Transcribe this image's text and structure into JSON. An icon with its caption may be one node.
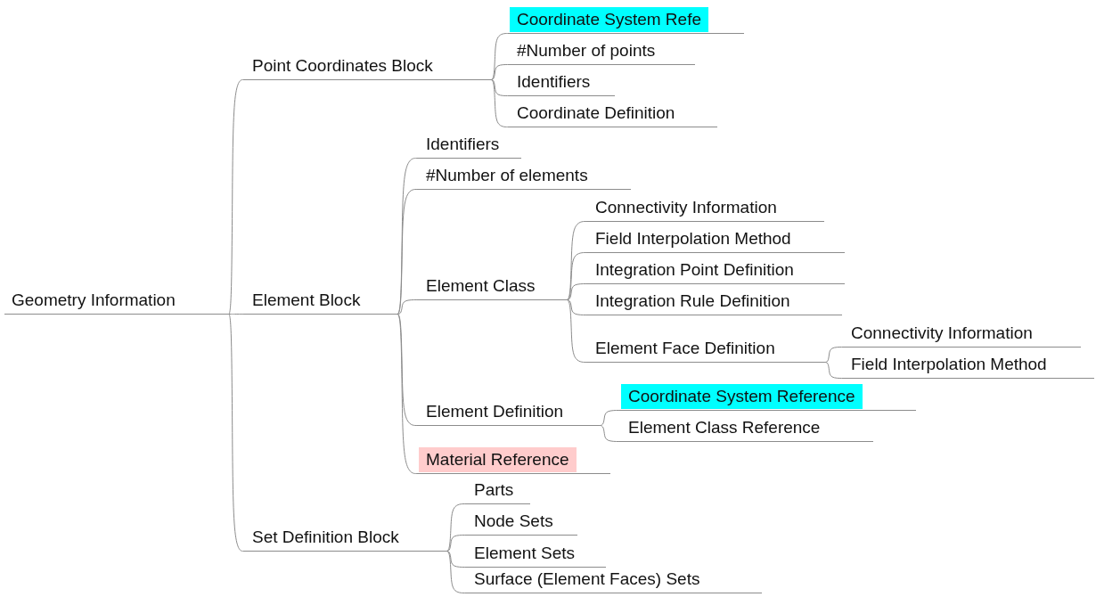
{
  "diagram": {
    "nodes": [
      {
        "text": [
          "Geometry Information"
        ]
      },
      {
        "text": [
          "Point Coordinates Block"
        ]
      },
      {
        "text": [
          "Coordinate System Refe"
        ]
      },
      {
        "text": [
          "#Number of points"
        ]
      },
      {
        "text": [
          "Identifiers"
        ]
      },
      {
        "text": [
          "Coordinate Definition"
        ]
      },
      {
        "text": [
          "Element Block"
        ]
      },
      {
        "text": [
          "Identifiers"
        ]
      },
      {
        "text": [
          "#Number of elements"
        ]
      },
      {
        "text": [
          "Element Class"
        ]
      },
      {
        "text": [
          "Connectivity Information"
        ]
      },
      {
        "text": [
          "Field Interpolation Method"
        ]
      },
      {
        "text": [
          "Integration Point Definition"
        ]
      },
      {
        "text": [
          "Integration Rule Definition"
        ]
      },
      {
        "text": [
          "Element Face Definition"
        ]
      },
      {
        "text": [
          "Connectivity Information"
        ]
      },
      {
        "text": [
          "Field Interpolation Method"
        ]
      },
      {
        "text": [
          "Element Definition"
        ]
      },
      {
        "text": [
          "Coordinate System Reference"
        ]
      },
      {
        "text": [
          "Element Class Reference"
        ]
      },
      {
        "text": [
          "Material Reference"
        ]
      },
      {
        "text": [
          "Set Definition Block"
        ]
      },
      {
        "text": [
          "Parts"
        ]
      },
      {
        "text": [
          "Node Sets"
        ]
      },
      {
        "text": [
          "Element Sets"
        ]
      },
      {
        "text": [
          "Surface (Element Faces) Sets"
        ]
      }
    ],
    "edges": [
      {
        "from": 0,
        "to": 1,
        "arrow": "none"
      },
      {
        "from": 0,
        "to": 6,
        "arrow": "none"
      },
      {
        "from": 0,
        "to": 21,
        "arrow": "none"
      },
      {
        "from": 1,
        "to": 2,
        "arrow": "none"
      },
      {
        "from": 1,
        "to": 3,
        "arrow": "none"
      },
      {
        "from": 1,
        "to": 4,
        "arrow": "none"
      },
      {
        "from": 1,
        "to": 5,
        "arrow": "none"
      },
      {
        "from": 6,
        "to": 7,
        "arrow": "none"
      },
      {
        "from": 6,
        "to": 8,
        "arrow": "none"
      },
      {
        "from": 6,
        "to": 9,
        "arrow": "none"
      },
      {
        "from": 6,
        "to": 17,
        "arrow": "none"
      },
      {
        "from": 6,
        "to": 20,
        "arrow": "none"
      },
      {
        "from": 9,
        "to": 10,
        "arrow": "none"
      },
      {
        "from": 9,
        "to": 11,
        "arrow": "none"
      },
      {
        "from": 9,
        "to": 12,
        "arrow": "none"
      },
      {
        "from": 9,
        "to": 13,
        "arrow": "none"
      },
      {
        "from": 9,
        "to": 14,
        "arrow": "none"
      },
      {
        "from": 14,
        "to": 15,
        "arrow": "none"
      },
      {
        "from": 14,
        "to": 16,
        "arrow": "none"
      },
      {
        "from": 17,
        "to": 18,
        "arrow": "none"
      },
      {
        "from": 17,
        "to": 19,
        "arrow": "none"
      },
      {
        "from": 21,
        "to": 22,
        "arrow": "none"
      },
      {
        "from": 21,
        "to": 23,
        "arrow": "none"
      },
      {
        "from": 21,
        "to": 24,
        "arrow": "none"
      },
      {
        "from": 21,
        "to": 25,
        "arrow": "none"
      }
    ]
  }
}
